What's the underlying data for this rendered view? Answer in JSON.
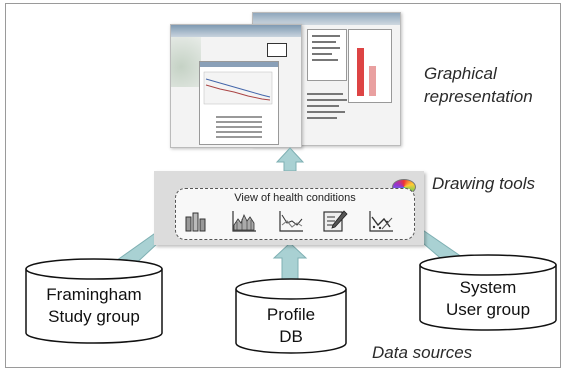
{
  "labels": {
    "graphical": [
      "Graphical",
      "representation"
    ],
    "drawing_tools": "Drawing tools",
    "data_sources": "Data sources"
  },
  "toolbar": {
    "title": "View of health conditions",
    "tools": [
      {
        "name": "bar-chart-icon"
      },
      {
        "name": "area-chart-icon"
      },
      {
        "name": "line-chart-icon"
      },
      {
        "name": "edit-icon"
      },
      {
        "name": "scatter-chart-icon"
      }
    ]
  },
  "sources": [
    {
      "lines": [
        "Framingham",
        "Study group"
      ]
    },
    {
      "lines": [
        "Profile",
        "DB"
      ]
    },
    {
      "lines": [
        "System",
        "User group"
      ]
    }
  ],
  "colors": {
    "arrow_fill": "#a9d1d3",
    "arrow_stroke": "#7fb0b3",
    "frame": "#9a9a9a"
  }
}
